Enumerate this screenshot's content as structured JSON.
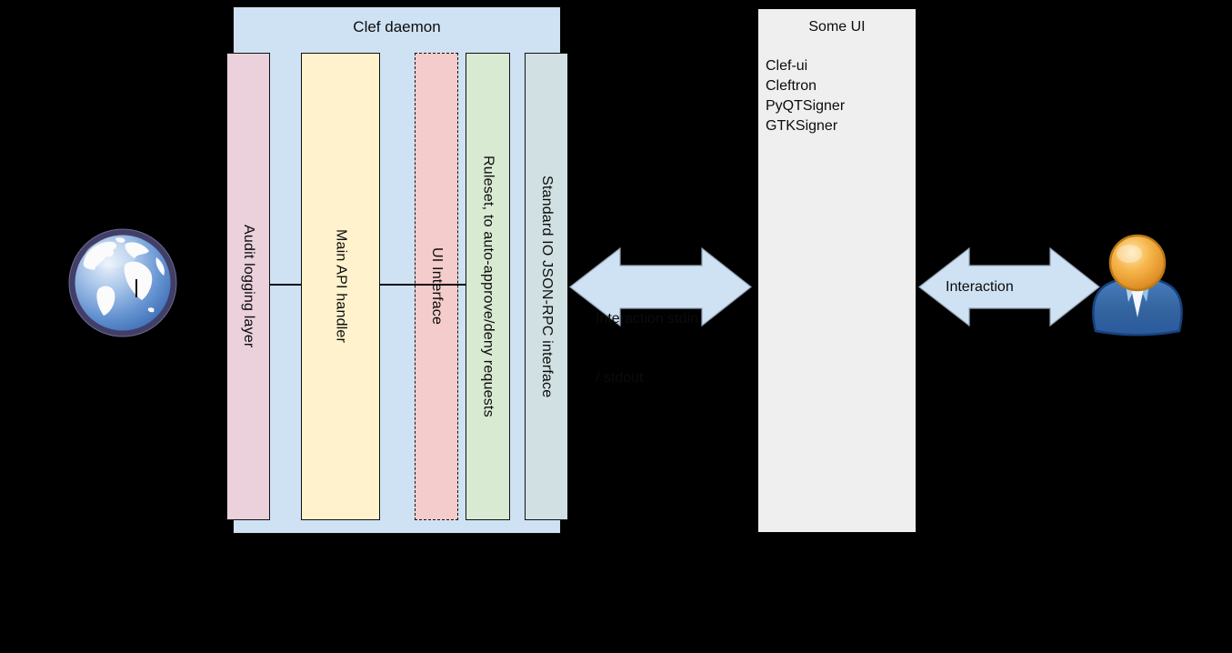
{
  "clef": {
    "title": "Clef daemon",
    "columns": [
      {
        "label": "Audit logging layer",
        "fill": "#ead1dc",
        "border": "solid"
      },
      {
        "label": "Main API handler",
        "fill": "#fff2cc",
        "border": "solid"
      },
      {
        "label": "UI Interface",
        "fill": "#f4cccc",
        "border": "dashed"
      },
      {
        "label": "Ruleset, to auto-approve/deny requests",
        "fill": "#d9ead3",
        "border": "solid"
      },
      {
        "label": "Standard IO JSON-RPC interface",
        "fill": "#d0e0e3",
        "border": "solid"
      }
    ]
  },
  "someui": {
    "title": "Some UI",
    "items": [
      "Clef-ui",
      "Cleftron",
      "PyQTSigner",
      "GTKSigner"
    ],
    "fill": "#efefef"
  },
  "arrows": {
    "left": {
      "line1": "Interaction stdin",
      "line2": "/ stdout",
      "fill": "#cfe2f3"
    },
    "right": {
      "label": "Interaction",
      "fill": "#cfe2f3"
    }
  },
  "icons": {
    "left": "globe-icon",
    "right": "person-icon"
  },
  "colors": {
    "background": "#000000",
    "container_fill": "#cfe2f3",
    "some_ui_fill": "#efefef",
    "arrow_fill": "#cfe2f3",
    "connector_line": "#000000"
  }
}
